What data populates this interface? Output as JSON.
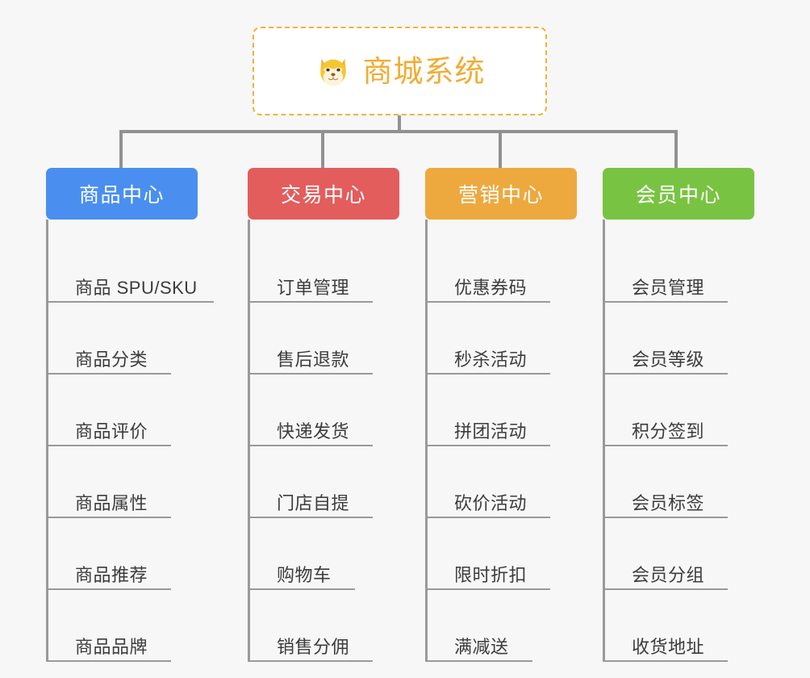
{
  "page": {
    "background_color": "#f7f7f7",
    "type": "mindmap-architecture-diagram"
  },
  "root": {
    "title": "商城系统",
    "icon": "shiba-dog-face-emoji",
    "text_color": "#f0ad33",
    "border_color": "#f0b23c",
    "background_color": "#ffffff"
  },
  "connector": {
    "color": "#919191"
  },
  "branches": [
    {
      "id": "product-center",
      "label": "商品中心",
      "color": "#4a8ff0",
      "color_class": "blue",
      "items": [
        {
          "label": "商品 SPU/SKU",
          "underline_width": 205
        },
        {
          "label": "商品分类",
          "underline_width": 152
        },
        {
          "label": "商品评价",
          "underline_width": 152
        },
        {
          "label": "商品属性",
          "underline_width": 152
        },
        {
          "label": "商品推荐",
          "underline_width": 152
        },
        {
          "label": "商品品牌",
          "underline_width": 152
        }
      ]
    },
    {
      "id": "trade-center",
      "label": "交易中心",
      "color": "#e35d5d",
      "color_class": "red",
      "items": [
        {
          "label": "订单管理",
          "underline_width": 152
        },
        {
          "label": "售后退款",
          "underline_width": 152
        },
        {
          "label": "快递发货",
          "underline_width": 152
        },
        {
          "label": "门店自提",
          "underline_width": 152
        },
        {
          "label": "购物车",
          "underline_width": 130
        },
        {
          "label": "销售分佣",
          "underline_width": 152
        }
      ]
    },
    {
      "id": "marketing-center",
      "label": "营销中心",
      "color": "#eda93e",
      "color_class": "orange",
      "items": [
        {
          "label": "优惠券码",
          "underline_width": 152
        },
        {
          "label": "秒杀活动",
          "underline_width": 152
        },
        {
          "label": "拼团活动",
          "underline_width": 152
        },
        {
          "label": "砍价活动",
          "underline_width": 152
        },
        {
          "label": "限时折扣",
          "underline_width": 152
        },
        {
          "label": "满减送",
          "underline_width": 130
        }
      ]
    },
    {
      "id": "member-center",
      "label": "会员中心",
      "color": "#79c342",
      "color_class": "green",
      "items": [
        {
          "label": "会员管理",
          "underline_width": 152
        },
        {
          "label": "会员等级",
          "underline_width": 152
        },
        {
          "label": "积分签到",
          "underline_width": 152
        },
        {
          "label": "会员标签",
          "underline_width": 152
        },
        {
          "label": "会员分组",
          "underline_width": 152
        },
        {
          "label": "收货地址",
          "underline_width": 152
        }
      ]
    }
  ]
}
